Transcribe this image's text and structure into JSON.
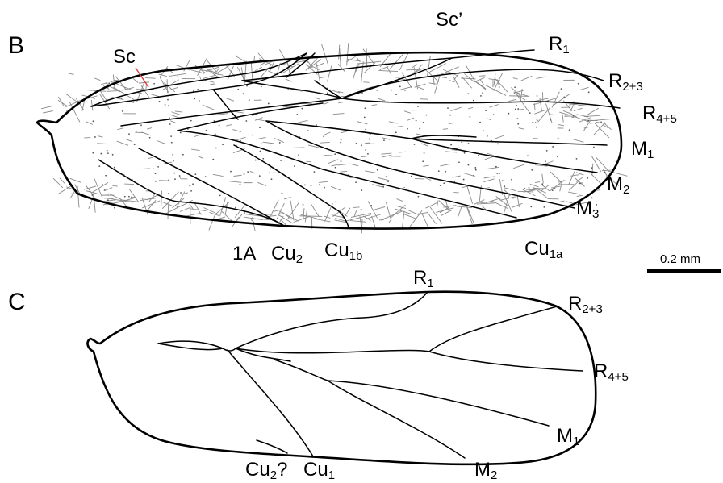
{
  "panels": {
    "B": {
      "letter": "B",
      "labels": {
        "sc": "Sc",
        "sc_prime": "Sc’",
        "r1_main": "R",
        "r1_sub": "1",
        "r23_main": "R",
        "r23_sub": "2+3",
        "r45_main": "R",
        "r45_sub": "4+5",
        "m1_main": "M",
        "m1_sub": "1",
        "m2_main": "M",
        "m2_sub": "2",
        "m3_main": "M",
        "m3_sub": "3",
        "cu1a_main": "Cu",
        "cu1a_sub": "1a",
        "cu1b_main": "Cu",
        "cu1b_sub": "1b",
        "cu2_main": "Cu",
        "cu2_sub": "2",
        "a1": "1A"
      }
    },
    "C": {
      "letter": "C",
      "labels": {
        "r1_main": "R",
        "r1_sub": "1",
        "r23_main": "R",
        "r23_sub": "2+3",
        "r45_main": "R",
        "r45_sub": "4+5",
        "m1_main": "M",
        "m1_sub": "1",
        "m2_main": "M",
        "m2_sub": "2",
        "cu2q_main": "Cu",
        "cu2q_sub": "2",
        "cu2q_suffix": "?",
        "cu1_main": "Cu",
        "cu1_sub": "1"
      }
    }
  },
  "scale_bar": {
    "label": "0.2 mm"
  },
  "colors": {
    "vein": "#000000",
    "hair": "#8a8a8a",
    "sc_pointer": "#e03030"
  }
}
